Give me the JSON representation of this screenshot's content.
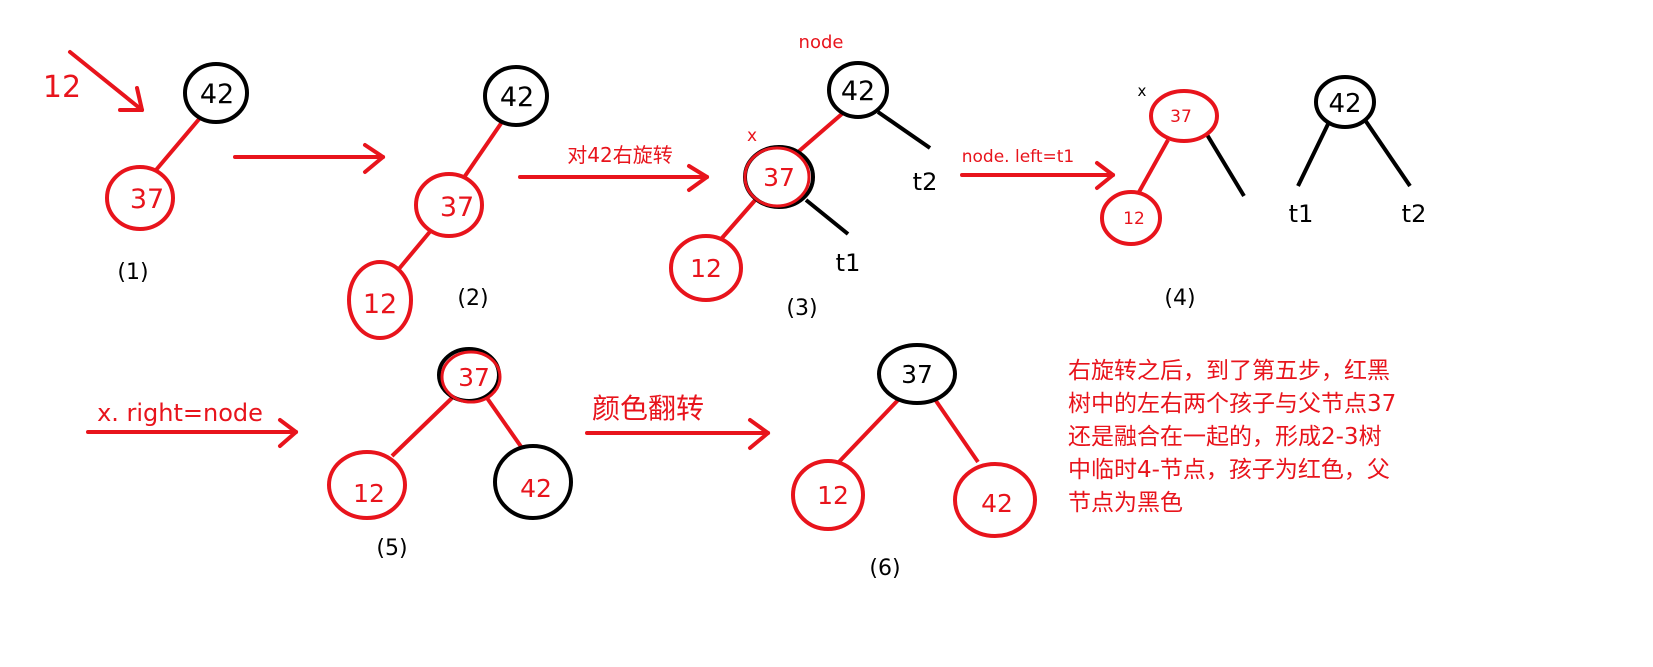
{
  "colors": {
    "red": "#e8141c",
    "black": "#000000",
    "background": "#ffffff"
  },
  "step1": {
    "incoming": "12",
    "root": "42",
    "left": "37",
    "label": "(1)"
  },
  "step2": {
    "root": "42",
    "mid": "37",
    "leaf": "12",
    "label": "(2)"
  },
  "step3": {
    "arrow_text": "对42右旋转",
    "node_label": "node",
    "x_label": "x",
    "root": "42",
    "left": "37",
    "leaf": "12",
    "t1": "t1",
    "t2": "t2",
    "label": "(3)"
  },
  "step4": {
    "arrow_text": "node. left=t1",
    "x_label": "x",
    "x_node": "37",
    "x_left": "12",
    "node": "42",
    "t1": "t1",
    "t2": "t2",
    "label": "(4)"
  },
  "step5": {
    "arrow_text": "x. right=node",
    "root": "37",
    "left": "12",
    "right": "42",
    "label": "(5)"
  },
  "step6": {
    "arrow_text": "颜色翻转",
    "root": "37",
    "left": "12",
    "right": "42",
    "label": "(6)"
  },
  "note": {
    "lines": [
      "右旋转之后，到了第五步，红黑",
      "树中的左右两个孩子与父节点37",
      "还是融合在一起的，形成2-3树",
      "中临时4-节点，孩子为红色，父",
      "节点为黑色"
    ]
  }
}
